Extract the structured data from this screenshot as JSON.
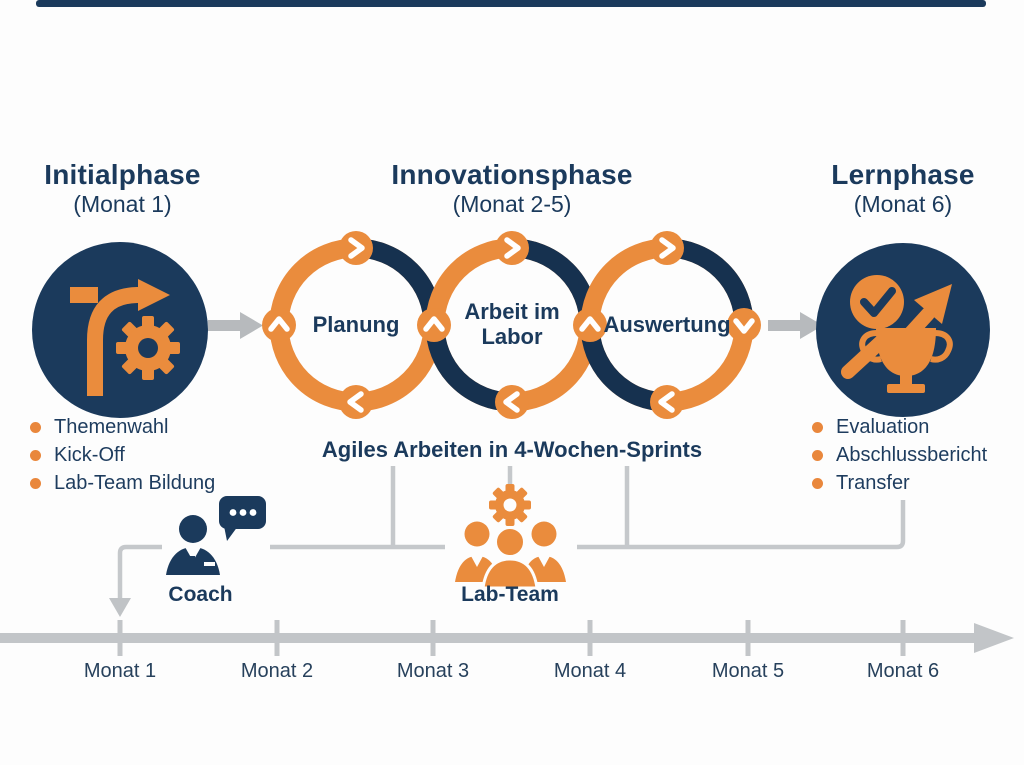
{
  "colors": {
    "navy": "#1b3a5c",
    "navy_dark": "#16314f",
    "orange": "#ea8c3d",
    "gray": "#c5c8cb"
  },
  "phases": {
    "initial": {
      "title": "Initialphase",
      "subtitle": "(Monat 1)",
      "bullets": [
        "Themenwahl",
        "Kick-Off",
        "Lab-Team Bildung"
      ]
    },
    "innovation": {
      "title": "Innovationsphase",
      "subtitle": "(Monat 2-5)",
      "caption": "Agiles Arbeiten in 4-Wochen-Sprints",
      "steps": [
        "Planung",
        "Arbeit im Labor",
        "Auswertung"
      ]
    },
    "lern": {
      "title": "Lernphase",
      "subtitle": "(Monat 6)",
      "bullets": [
        "Evaluation",
        "Abschlussbericht",
        "Transfer"
      ]
    }
  },
  "actors": {
    "coach": "Coach",
    "labteam": "Lab-Team"
  },
  "timeline": {
    "months": [
      "Monat 1",
      "Monat 2",
      "Monat 3",
      "Monat 4",
      "Monat 5",
      "Monat 6"
    ]
  },
  "icons": [
    "process-arrow-icon",
    "gear-icon",
    "check-circle-icon",
    "trend-arrow-icon",
    "trophy-icon",
    "coach-person-icon",
    "speech-bubble-icon",
    "team-group-icon",
    "chevron-right-icon",
    "chevron-up-icon",
    "chevron-left-icon",
    "chevron-down-icon",
    "flow-arrow-icon",
    "timeline-arrow-icon"
  ]
}
